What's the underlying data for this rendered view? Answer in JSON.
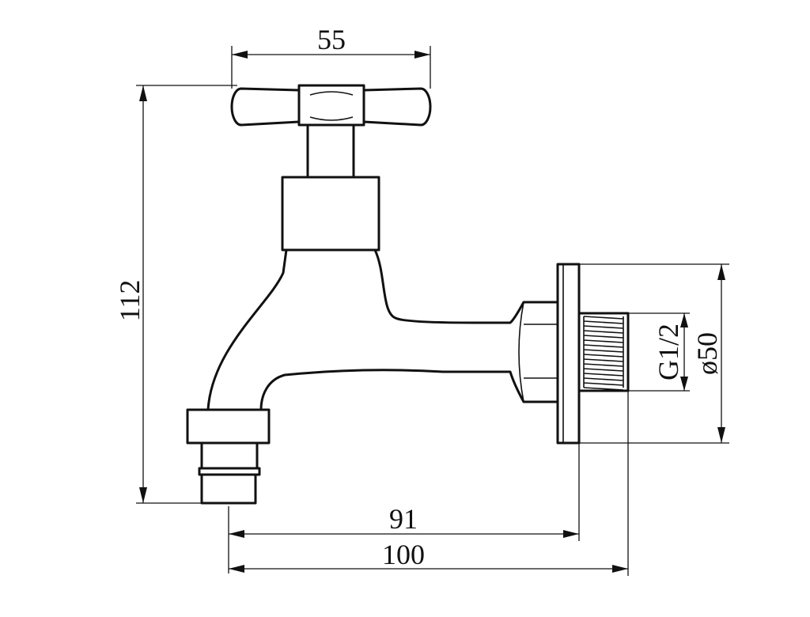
{
  "dimensions": {
    "handle_width": "55",
    "total_height": "112",
    "spout_reach": "91",
    "total_length": "100",
    "thread_size": "G1/2",
    "flange_diameter": "ø50"
  }
}
